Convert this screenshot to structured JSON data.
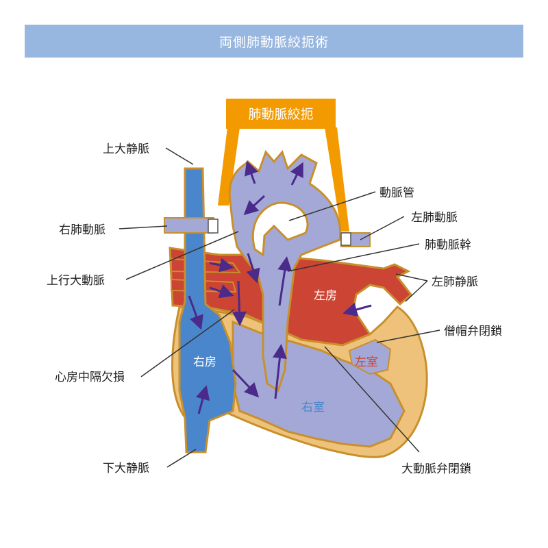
{
  "title": "両側肺動脈絞扼術",
  "banner": "肺動脈絞扼",
  "labels": {
    "svc": "上大静脈",
    "rpa": "右肺動脈",
    "asc_aorta": "上行大動脈",
    "asd": "心房中隔欠損",
    "ivc": "下大静脈",
    "ductus": "動脈管",
    "lpa": "左肺動脈",
    "pa_trunk": "肺動脈幹",
    "lpv": "左肺静脈",
    "mv_closure": "僧帽弁閉鎖",
    "av_closure": "大動脈弁閉鎖"
  },
  "chambers": {
    "la": "左房",
    "lv": "左室",
    "ra": "右房",
    "rv": "右室"
  },
  "colors": {
    "header_bg": "#97b6e0",
    "banner": "#f29a00",
    "venous_blue": "#4a86cc",
    "mixed_lavender": "#a4a8d6",
    "arterial_red": "#cc4433",
    "muscle_tan": "#eec27a",
    "outline": "#c8902c",
    "arrow": "#4a2a8a"
  }
}
